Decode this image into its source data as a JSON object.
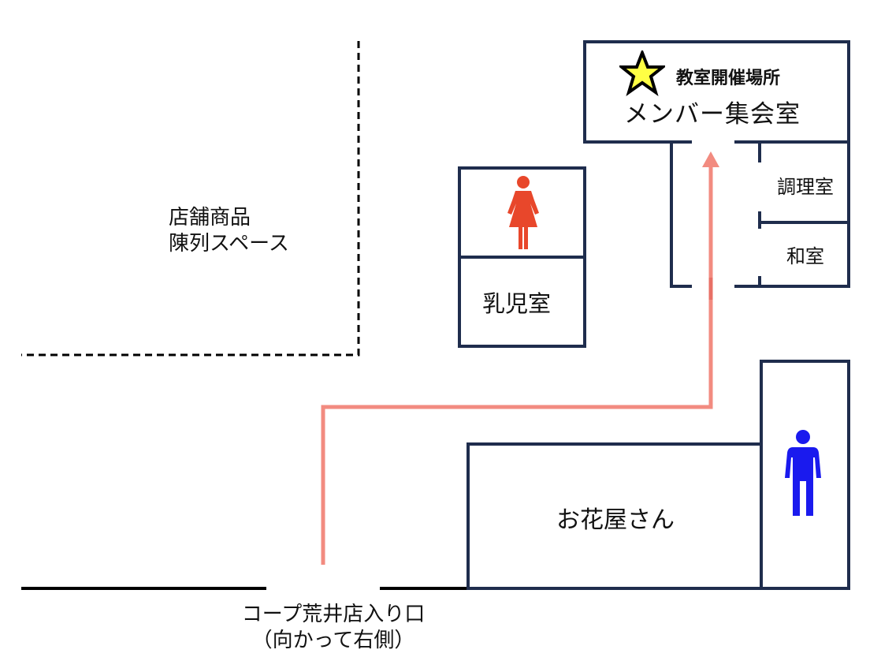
{
  "map": {
    "shop_area": {
      "line1": "店舗商品",
      "line2": "陳列スペース"
    },
    "venue": {
      "title": "教室開催場所",
      "room": "メンバー集会室"
    },
    "rooms": {
      "kitchen": "調理室",
      "washitsu": "和室",
      "nursing_room": "乳児室",
      "florist": "お花屋さん"
    },
    "entrance": {
      "line1": "コープ荒井店入り口",
      "line2": "（向かって右側）"
    }
  },
  "icons": {
    "venue_marker": "star-icon",
    "womens_restroom": "woman-icon",
    "mens_restroom": "man-icon"
  },
  "colors": {
    "wall": "#1f2d4d",
    "route": "#f28b80",
    "star_fill": "#ffff44",
    "women": "#e8472b",
    "men": "#1a1aee"
  }
}
